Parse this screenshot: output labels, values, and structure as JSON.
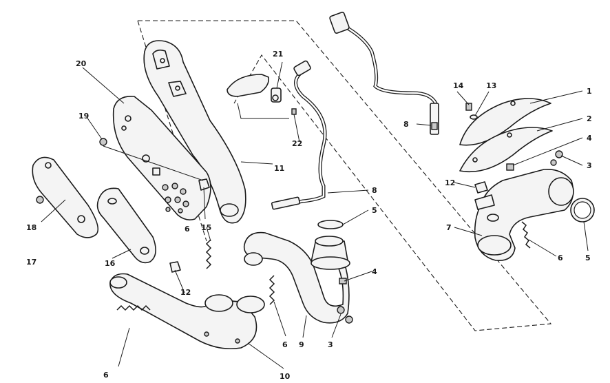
{
  "callouts": {
    "c1": "1",
    "c2": "2",
    "c3a": "3",
    "c3b": "3",
    "c4a": "4",
    "c4b": "4",
    "c5a": "5",
    "c5b": "5",
    "c6a": "6",
    "c6b": "6",
    "c6c": "6",
    "c6d": "6",
    "c7": "7",
    "c8a": "8",
    "c8b": "8",
    "c9": "9",
    "c10": "10",
    "c11": "11",
    "c12a": "12",
    "c12b": "12",
    "c13": "13",
    "c14": "14",
    "c15": "15",
    "c16": "16",
    "c17": "17",
    "c18": "18",
    "c19": "19",
    "c20": "20",
    "c21": "21",
    "c22": "22"
  },
  "colors": {
    "line": "#1a1a1a",
    "fill": "#f4f4f4",
    "shade": "#c9c9c9",
    "background": "#ffffff"
  }
}
